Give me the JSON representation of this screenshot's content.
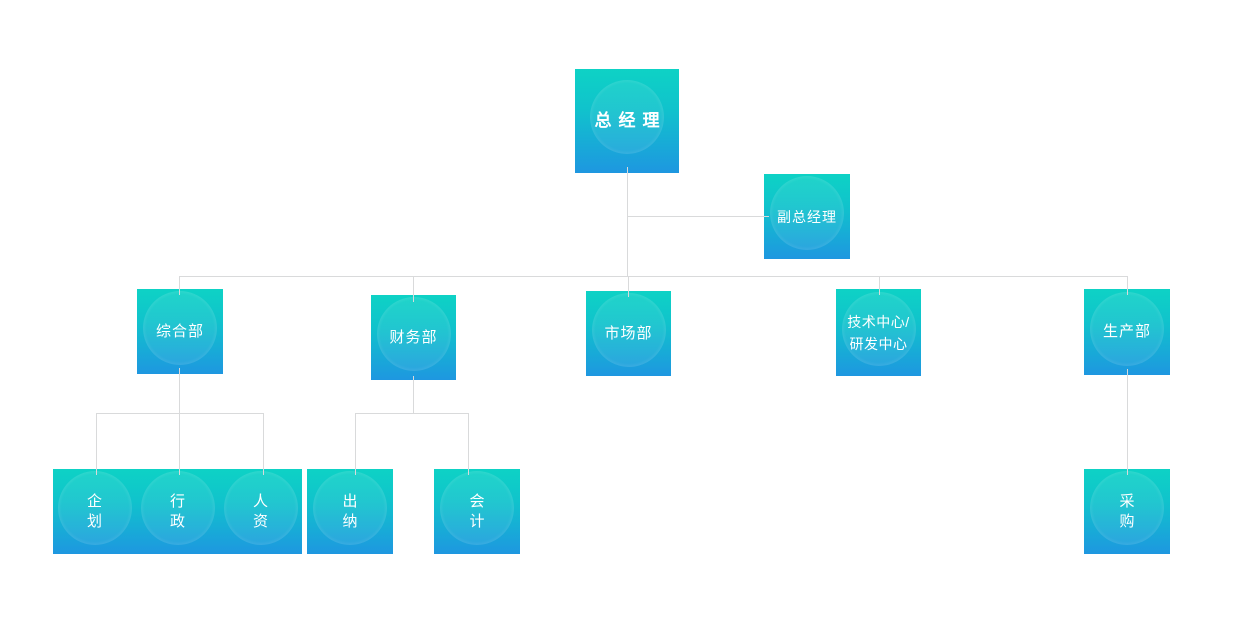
{
  "page": {
    "background_color": "#ffffff"
  },
  "org_chart": {
    "type": "org-chart",
    "style": {
      "node_gradient_top": "#0ed2c5",
      "node_gradient_bottom": "#1e97e0",
      "connector_color": "#d9dadb",
      "label_color": "#ffffff"
    },
    "nodes": {
      "general_manager": {
        "label": "总经理"
      },
      "deputy_general_manager": {
        "label": "副总经理"
      },
      "general_department": {
        "label": "综合部"
      },
      "finance_department": {
        "label": "财务部"
      },
      "marketing_department": {
        "label": "市场部"
      },
      "tech_rd_center": {
        "label": "技术中心/\n研发中心"
      },
      "production_department": {
        "label": "生产部"
      },
      "planning": {
        "label": "企\n划"
      },
      "administration": {
        "label": "行\n政"
      },
      "human_resources": {
        "label": "人\n资"
      },
      "cashier": {
        "label": "出\n纳"
      },
      "accounting": {
        "label": "会\n计"
      },
      "procurement": {
        "label": "采\n购"
      }
    },
    "edges": [
      {
        "from": "general_manager",
        "to": "deputy_general_manager"
      },
      {
        "from": "general_manager",
        "to": "general_department"
      },
      {
        "from": "general_manager",
        "to": "finance_department"
      },
      {
        "from": "general_manager",
        "to": "marketing_department"
      },
      {
        "from": "general_manager",
        "to": "tech_rd_center"
      },
      {
        "from": "general_manager",
        "to": "production_department"
      },
      {
        "from": "general_department",
        "to": "planning"
      },
      {
        "from": "general_department",
        "to": "administration"
      },
      {
        "from": "general_department",
        "to": "human_resources"
      },
      {
        "from": "finance_department",
        "to": "cashier"
      },
      {
        "from": "finance_department",
        "to": "accounting"
      },
      {
        "from": "production_department",
        "to": "procurement"
      }
    ]
  }
}
